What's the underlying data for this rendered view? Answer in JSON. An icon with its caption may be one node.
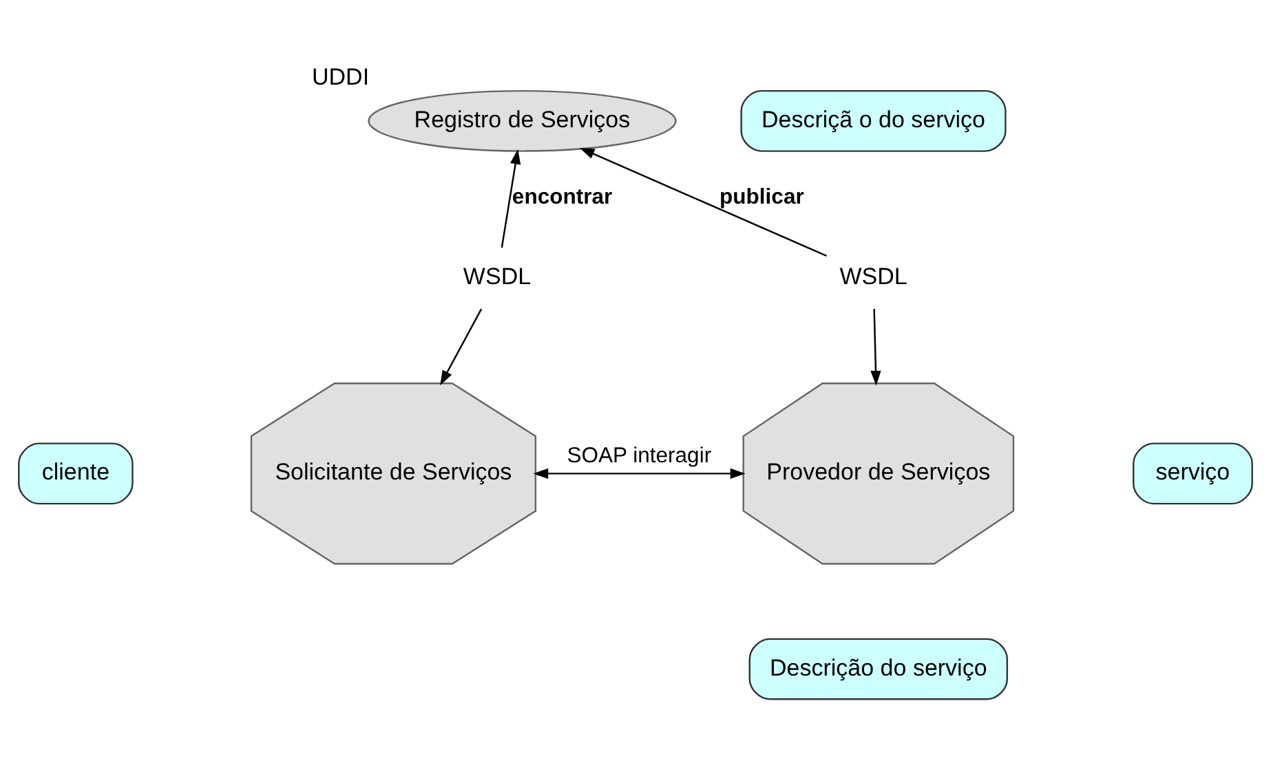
{
  "diagram": {
    "nodes": [
      {
        "text": [
          "Registro de Serviços"
        ],
        "beside": [
          "UDDI"
        ]
      },
      {
        "text": [
          "Descriçã o do serviço"
        ]
      },
      {
        "text": [
          "Solicitante de Serviços"
        ]
      },
      {
        "text": [
          "cliente"
        ]
      },
      {
        "text": [
          "Provedor de Serviços"
        ]
      },
      {
        "text": [
          "serviço"
        ]
      },
      {
        "text": [
          "Descrição do serviço"
        ]
      },
      {
        "text": [
          "WSDL"
        ]
      },
      {
        "text": [
          "WSDL"
        ]
      }
    ],
    "edges": [
      {
        "from": 7,
        "to": 0,
        "arrow": "to",
        "label": "encontrar"
      },
      {
        "from": 7,
        "to": 2,
        "arrow": "to"
      },
      {
        "from": 8,
        "to": 0,
        "arrow": "to",
        "label": "publicar"
      },
      {
        "from": 8,
        "to": 4,
        "arrow": "to"
      },
      {
        "from": 2,
        "to": 4,
        "arrow": "both",
        "label": "SOAP interagir"
      }
    ]
  }
}
